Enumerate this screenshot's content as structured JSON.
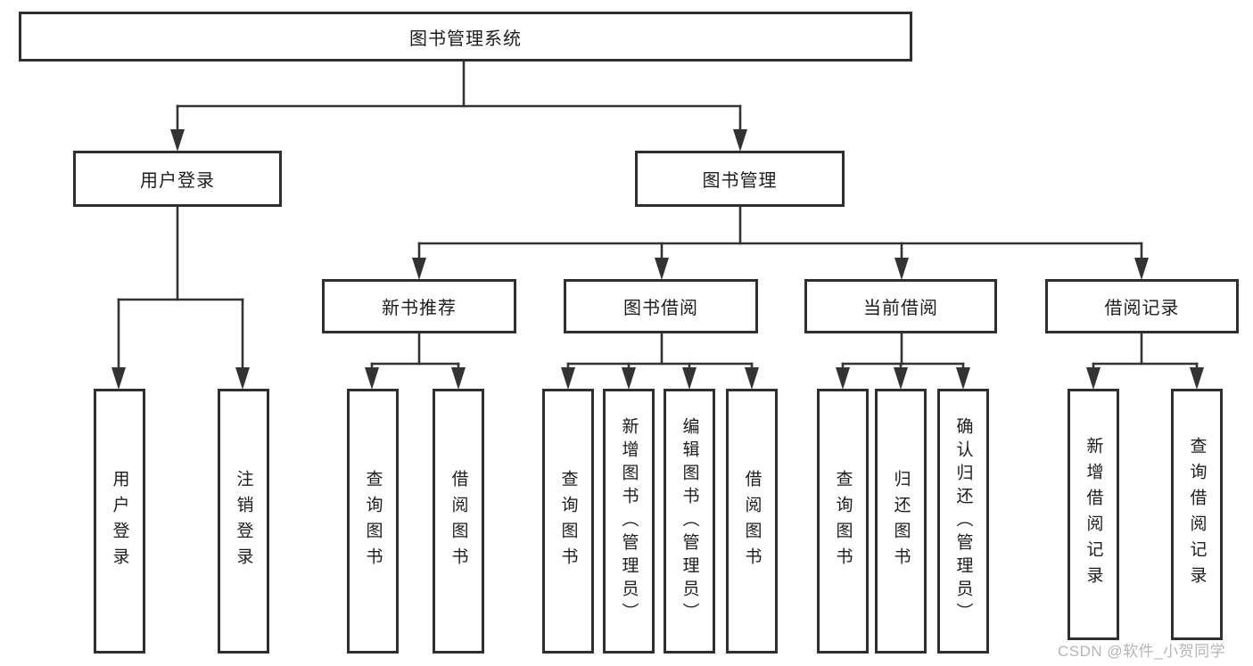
{
  "colors": {
    "background": "#ffffff",
    "line": "#333333",
    "box_border": "#2f2f2f",
    "text": "#1d1d1d",
    "watermark": "#b5b5b5"
  },
  "watermark": {
    "text": "CSDN @软件_小贺同学"
  },
  "tree": {
    "root": {
      "label": "图书管理系统"
    },
    "level2": [
      {
        "label": "用户登录",
        "children": [
          {
            "label": "用户登录"
          },
          {
            "label": "注销登录"
          }
        ]
      },
      {
        "label": "图书管理"
      }
    ],
    "level3": [
      {
        "label": "新书推荐",
        "children": [
          {
            "label": "查询图书"
          },
          {
            "label": "借阅图书"
          }
        ]
      },
      {
        "label": "图书借阅",
        "children": [
          {
            "label": "查询图书"
          },
          {
            "label": "新增图书（管理员）"
          },
          {
            "label": "编辑图书（管理员）"
          },
          {
            "label": "借阅图书"
          }
        ]
      },
      {
        "label": "当前借阅",
        "children": [
          {
            "label": "查询图书"
          },
          {
            "label": "归还图书"
          },
          {
            "label": "确认归还（管理员）"
          }
        ]
      },
      {
        "label": "借阅记录",
        "children": [
          {
            "label": "新增借阅记录"
          },
          {
            "label": "查询借阅记录"
          }
        ]
      }
    ]
  }
}
